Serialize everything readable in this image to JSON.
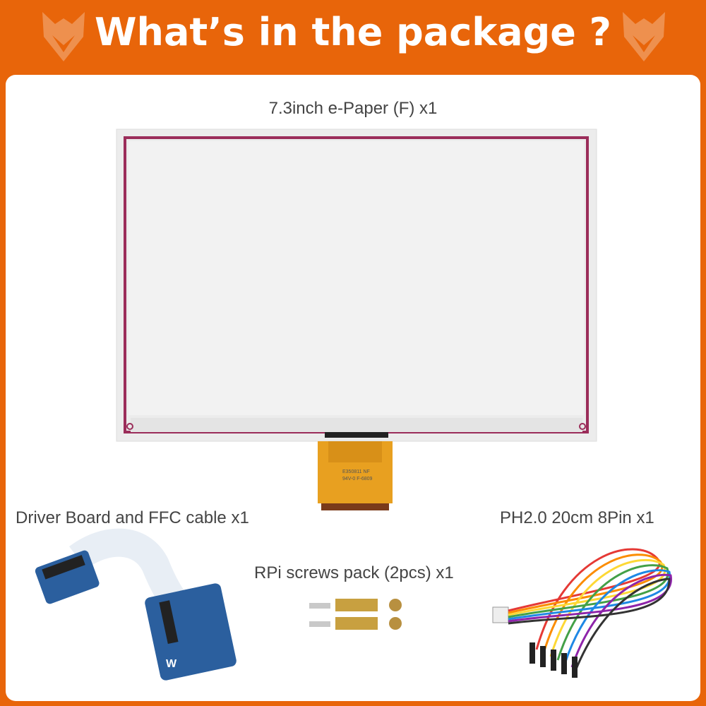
{
  "header": {
    "title": "What’s in the package ?",
    "logo_icon": "fox-logo-icon"
  },
  "colors": {
    "brand_orange": "#e8650a",
    "panel_border": "#9b2d5a",
    "fpc": "#e8a020"
  },
  "items": [
    {
      "label": "7.3inch e-Paper (F) x1"
    },
    {
      "label": "Driver Board and FFC cable x1"
    },
    {
      "label": "RPi screws pack (2pcs) x1"
    },
    {
      "label": "PH2.0 20cm 8Pin x1"
    }
  ]
}
